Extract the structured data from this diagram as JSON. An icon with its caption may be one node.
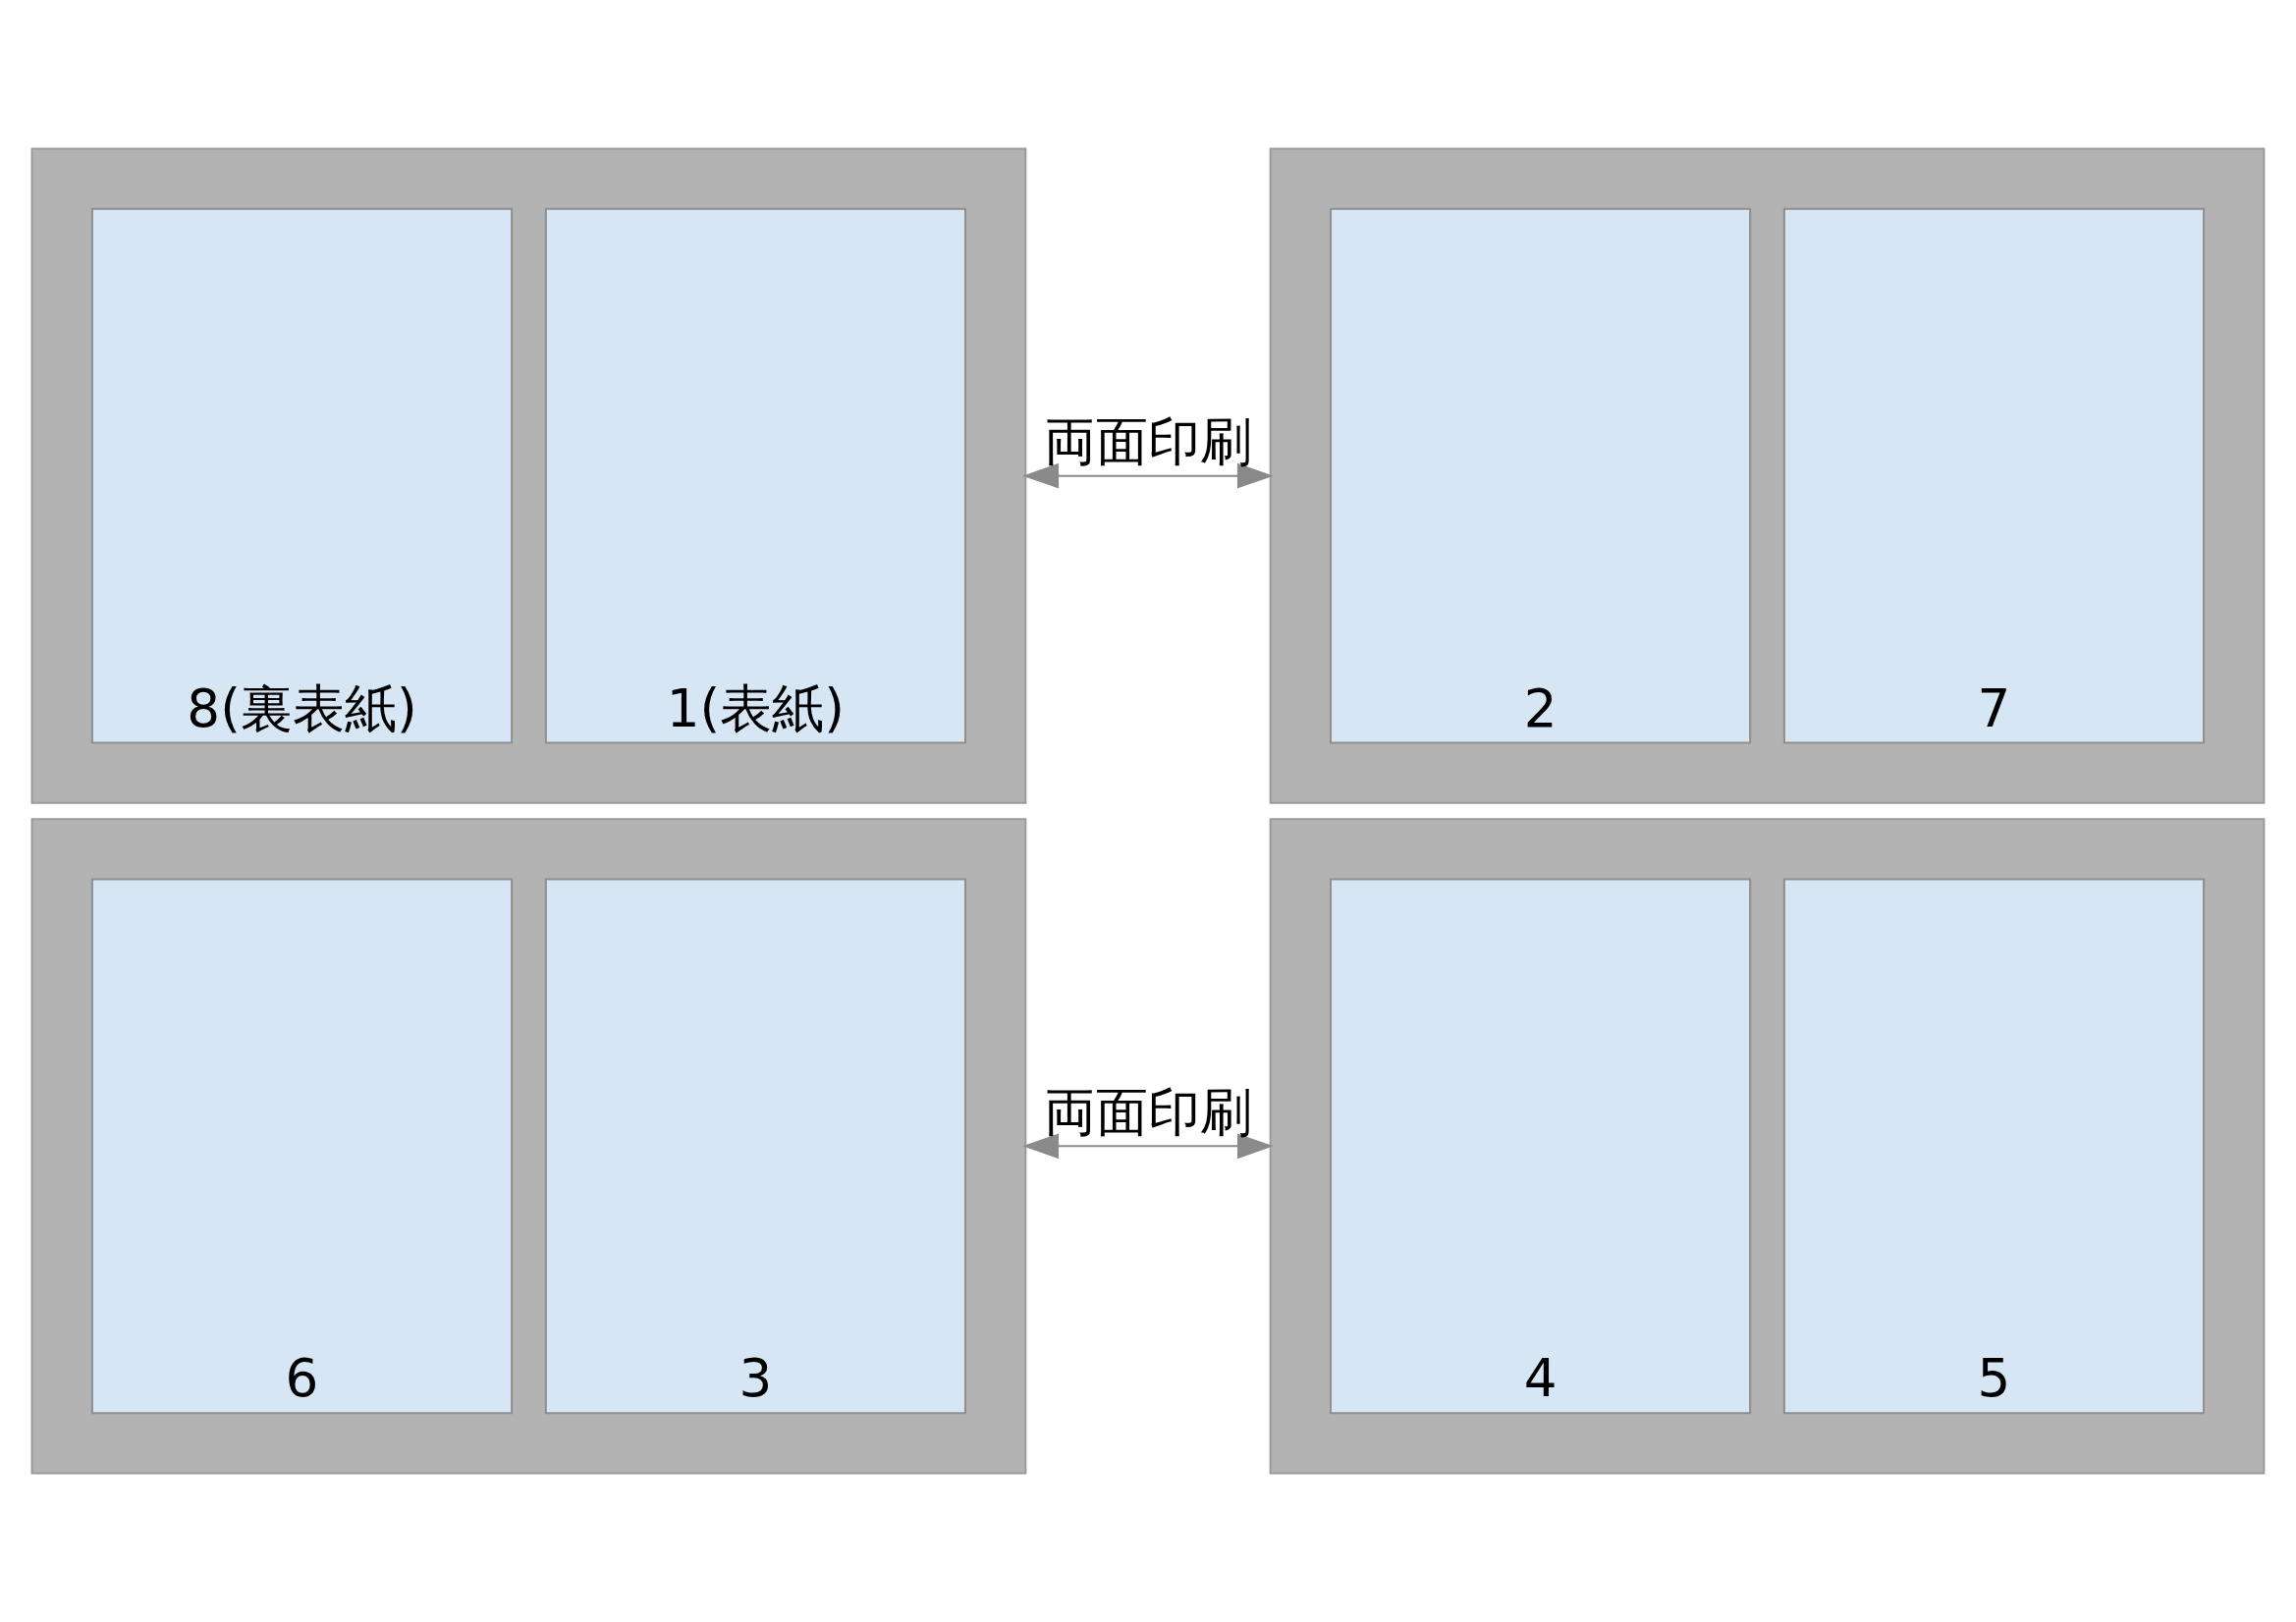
{
  "diagram": {
    "nodes": [
      {
        "text": [],
        "shape": "box"
      },
      {
        "text": [
          "8(裏表紙)"
        ],
        "in": 0
      },
      {
        "text": [
          "1(表紙)"
        ],
        "in": 0
      },
      {
        "text": [],
        "shape": "box"
      },
      {
        "text": [
          "2"
        ],
        "in": 3
      },
      {
        "text": [
          "7"
        ],
        "in": 3
      },
      {
        "text": [],
        "shape": "box"
      },
      {
        "text": [
          "6"
        ],
        "in": 6
      },
      {
        "text": [
          "3"
        ],
        "in": 6
      },
      {
        "text": [],
        "shape": "box"
      },
      {
        "text": [
          "4"
        ],
        "in": 9
      },
      {
        "text": [
          "5"
        ],
        "in": 9
      }
    ],
    "edges": [
      {
        "from": 0,
        "to": 3,
        "arrow": "both",
        "label": "両面印刷"
      },
      {
        "from": 6,
        "to": 9,
        "arrow": "both",
        "label": "両面印刷"
      }
    ]
  }
}
